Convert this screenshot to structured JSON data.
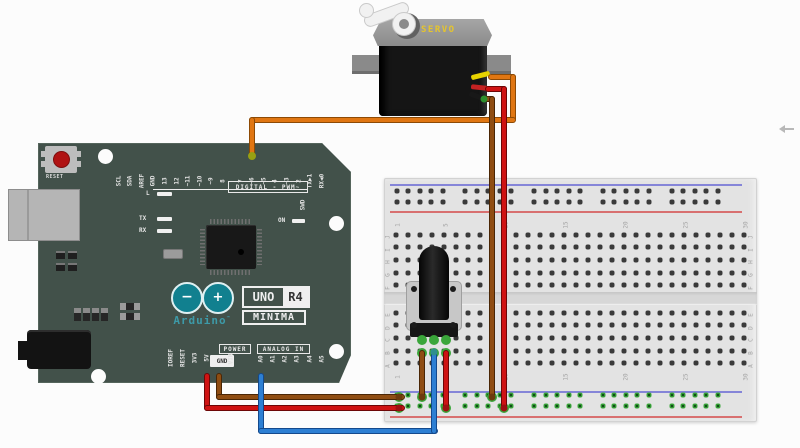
{
  "title": "Arduino UNO R4 Minima servo + potentiometer wiring diagram",
  "colors": {
    "background": "#fcfcfc",
    "arduino_board_green": "#42514a",
    "arduino_teal": "#11808f",
    "pin_red": "#7c1a1a",
    "pin_green": "#1f7a1f",
    "breadboard_body": "#e3e3e3",
    "rail_blue_line": "#8585d8",
    "rail_red_line": "#d87070",
    "hole_dark": "#3a3a3a",
    "hole_green": "#3aa63a",
    "wire_orange": "#e07612",
    "wire_red": "#cf1313",
    "wire_brown": "#8f4d12",
    "wire_blue": "#2d7fd3",
    "servo_body_black": "#151515",
    "servo_cap_gray": "#979797",
    "servo_label_yellow": "#e6c52c"
  },
  "arduino": {
    "reset_label": "RESET",
    "digital_banner": "DIGITAL - PWM~",
    "top_pins": [
      "SCL",
      "SDA",
      "AREF",
      "GND",
      "13",
      "12",
      "~11",
      "~10",
      "~9",
      "8",
      "7",
      "~6",
      "~5",
      "4",
      "~3",
      "2",
      "TX▶1",
      "RX◀0"
    ],
    "led_l": "L",
    "led_tx": "TX",
    "led_rx": "RX",
    "led_on": "ON",
    "swd_label": "SWD",
    "logo_text": "Arduino",
    "logo_tm": "™",
    "logo_minus": "−",
    "logo_plus": "+",
    "model_uno": "UNO",
    "model_r4": "R4",
    "model_minima": "MINIMA",
    "power_banner": "POWER",
    "analog_banner": "ANALOG IN",
    "power_pin_labels": [
      "IOREF",
      "RESET",
      "3V3",
      "5V"
    ],
    "gnd_box_label": "GND",
    "vin_label": "VIN",
    "analog_pin_labels": [
      "A0",
      "A1",
      "A2",
      "A3",
      "A4",
      "A5"
    ]
  },
  "servo": {
    "label": "SERVO",
    "lead_colors": [
      "#e8d300",
      "#c42222",
      "#181818"
    ]
  },
  "breadboard": {
    "column_numbers": [
      "1",
      "5",
      "10",
      "15",
      "20",
      "25",
      "30"
    ],
    "row_letters_top": [
      "J",
      "I",
      "H",
      "G",
      "F"
    ],
    "row_letters_bottom": [
      "E",
      "D",
      "C",
      "B",
      "A"
    ]
  },
  "wires": [
    {
      "id": "servo-signal",
      "color": "#e07612",
      "from": "servo-yellow-lead",
      "to": "arduino-digital-pin-~6"
    },
    {
      "id": "servo-power",
      "color": "#cf1313",
      "from": "servo-red-lead",
      "to": "breadboard-bottom-red-rail"
    },
    {
      "id": "servo-ground",
      "color": "#8f4d12",
      "from": "servo-black-lead",
      "to": "breadboard-bottom-blue-rail"
    },
    {
      "id": "supply-5v",
      "color": "#cf1313",
      "from": "arduino-5v-pin",
      "to": "breadboard-bottom-red-rail"
    },
    {
      "id": "ground",
      "color": "#8f4d12",
      "from": "arduino-gnd-pin",
      "to": "breadboard-bottom-blue-rail"
    },
    {
      "id": "wiper-a0",
      "color": "#2d7fd3",
      "from": "arduino-a0-pin",
      "to": "potentiometer-middle-pin"
    },
    {
      "id": "pot-left",
      "color": "#8f4d12",
      "from": "potentiometer-left-pin",
      "to": "breadboard-bottom-blue-rail"
    },
    {
      "id": "pot-right",
      "color": "#cf1313",
      "from": "potentiometer-right-pin",
      "to": "breadboard-bottom-red-rail"
    }
  ]
}
